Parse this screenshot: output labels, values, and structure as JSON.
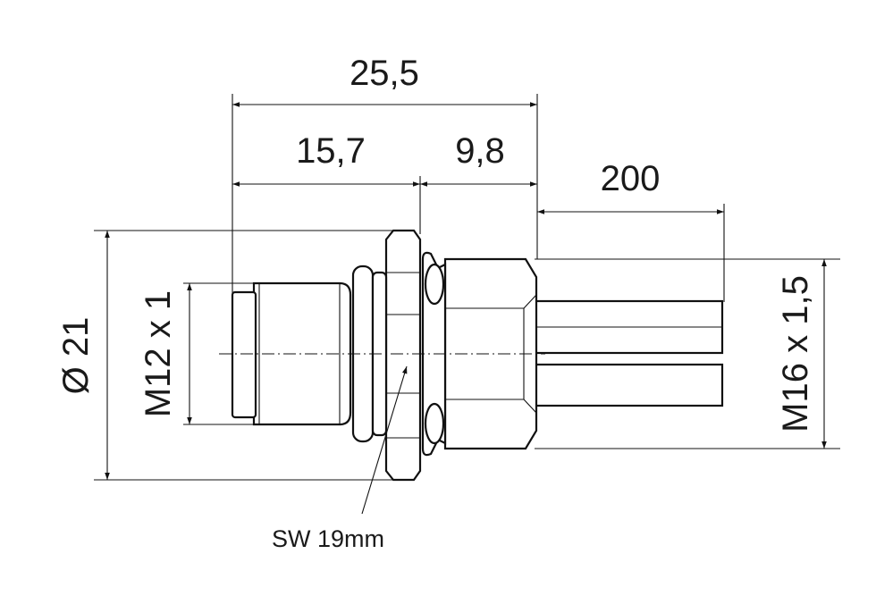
{
  "dimensions": {
    "overall_length": "25,5",
    "front_length": "15,7",
    "rear_length": "9,8",
    "cable_length": "200",
    "flange_diameter": "Ø 21",
    "front_thread": "M12 x 1",
    "rear_thread": "M16 x 1,5",
    "wrench_size": "SW 19mm"
  },
  "colors": {
    "line": "#111111",
    "background": "#ffffff"
  }
}
